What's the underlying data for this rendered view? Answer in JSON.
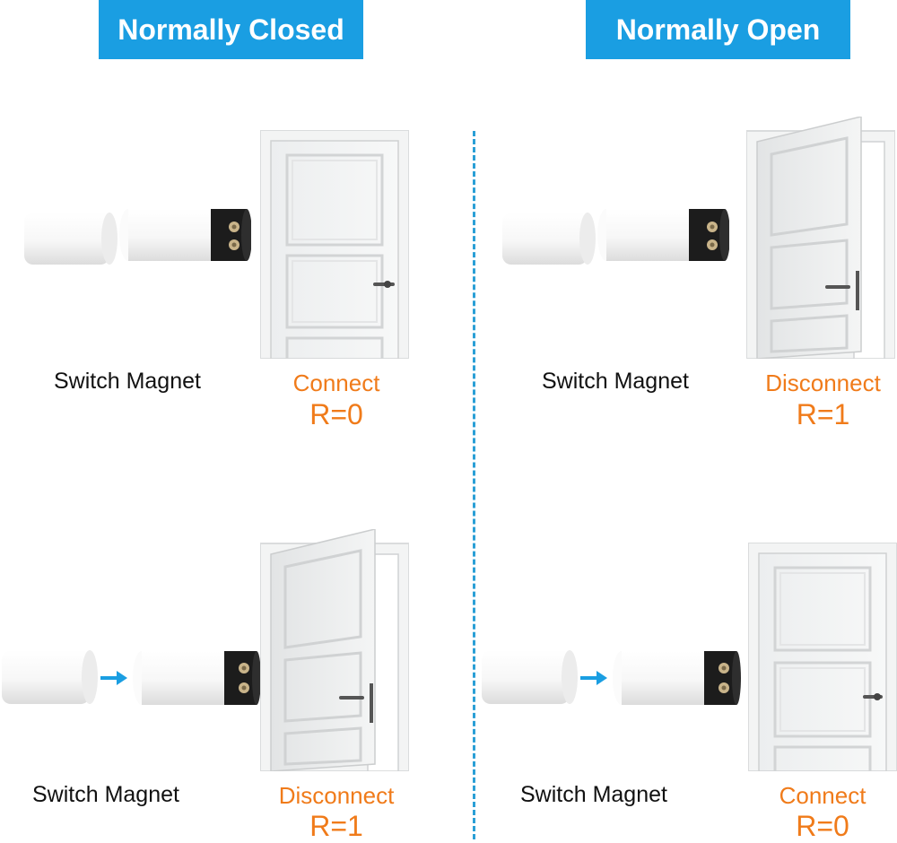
{
  "headers": {
    "normally_closed": "Normally Closed",
    "normally_open": "Normally Open"
  },
  "panels": {
    "nc_closed": {
      "label": "Switch Magnet",
      "state": "Connect",
      "r": "R=0"
    },
    "no_closed": {
      "label": "Switch Magnet",
      "state": "Disconnect",
      "r": "R=1"
    },
    "nc_open": {
      "label": "Switch Magnet",
      "state": "Disconnect",
      "r": "R=1"
    },
    "no_open": {
      "label": "Switch Magnet",
      "state": "Connect",
      "r": "R=0"
    }
  },
  "colors": {
    "header_bg": "#1a9ee2",
    "state_text": "#f07b1a",
    "divider": "#2a9fd6",
    "arrow": "#1a9ee2"
  },
  "icons": [
    "magnet-icon",
    "switch-icon",
    "door-closed-icon",
    "door-open-icon",
    "arrow-right-icon"
  ]
}
